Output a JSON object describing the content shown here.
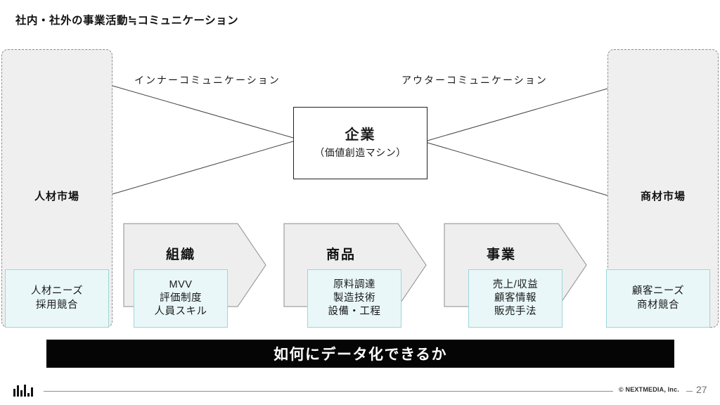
{
  "slide": {
    "title": "社内・社外の事業活動≒コミュニケーション",
    "banner_text": "如何にデータ化できるか"
  },
  "center": {
    "title": "企業",
    "subtitle": "（価値創造マシン）"
  },
  "connections": {
    "inner_label": "インナーコミュニケーション",
    "outer_label": "アウターコミュニケーション"
  },
  "markets": {
    "left": {
      "label": "人材市場",
      "detail_lines": [
        "人材ニーズ",
        "採用競合"
      ]
    },
    "right": {
      "label": "商材市場",
      "detail_lines": [
        "顧客ニーズ",
        "商材競合"
      ]
    }
  },
  "stages": [
    {
      "title": "組織",
      "detail_lines": [
        "MVV",
        "評価制度",
        "人員スキル"
      ]
    },
    {
      "title": "商品",
      "detail_lines": [
        "原料調達",
        "製造技術",
        "設備・工程"
      ]
    },
    {
      "title": "事業",
      "detail_lines": [
        "売上/収益",
        "顧客情報",
        "販売手法"
      ]
    }
  ],
  "footer": {
    "copyright": "© NEXTMEDIA, Inc.",
    "page_number": "27",
    "logo_name": "nextmedia-bars-logo"
  },
  "colors": {
    "panel_gray": "#efefef",
    "chevron_gray": "#eeeeee",
    "teal_fill": "#e9f7f8",
    "teal_border": "#9fd6da",
    "banner_black": "#050505",
    "line_gray": "#8e8e8e"
  }
}
